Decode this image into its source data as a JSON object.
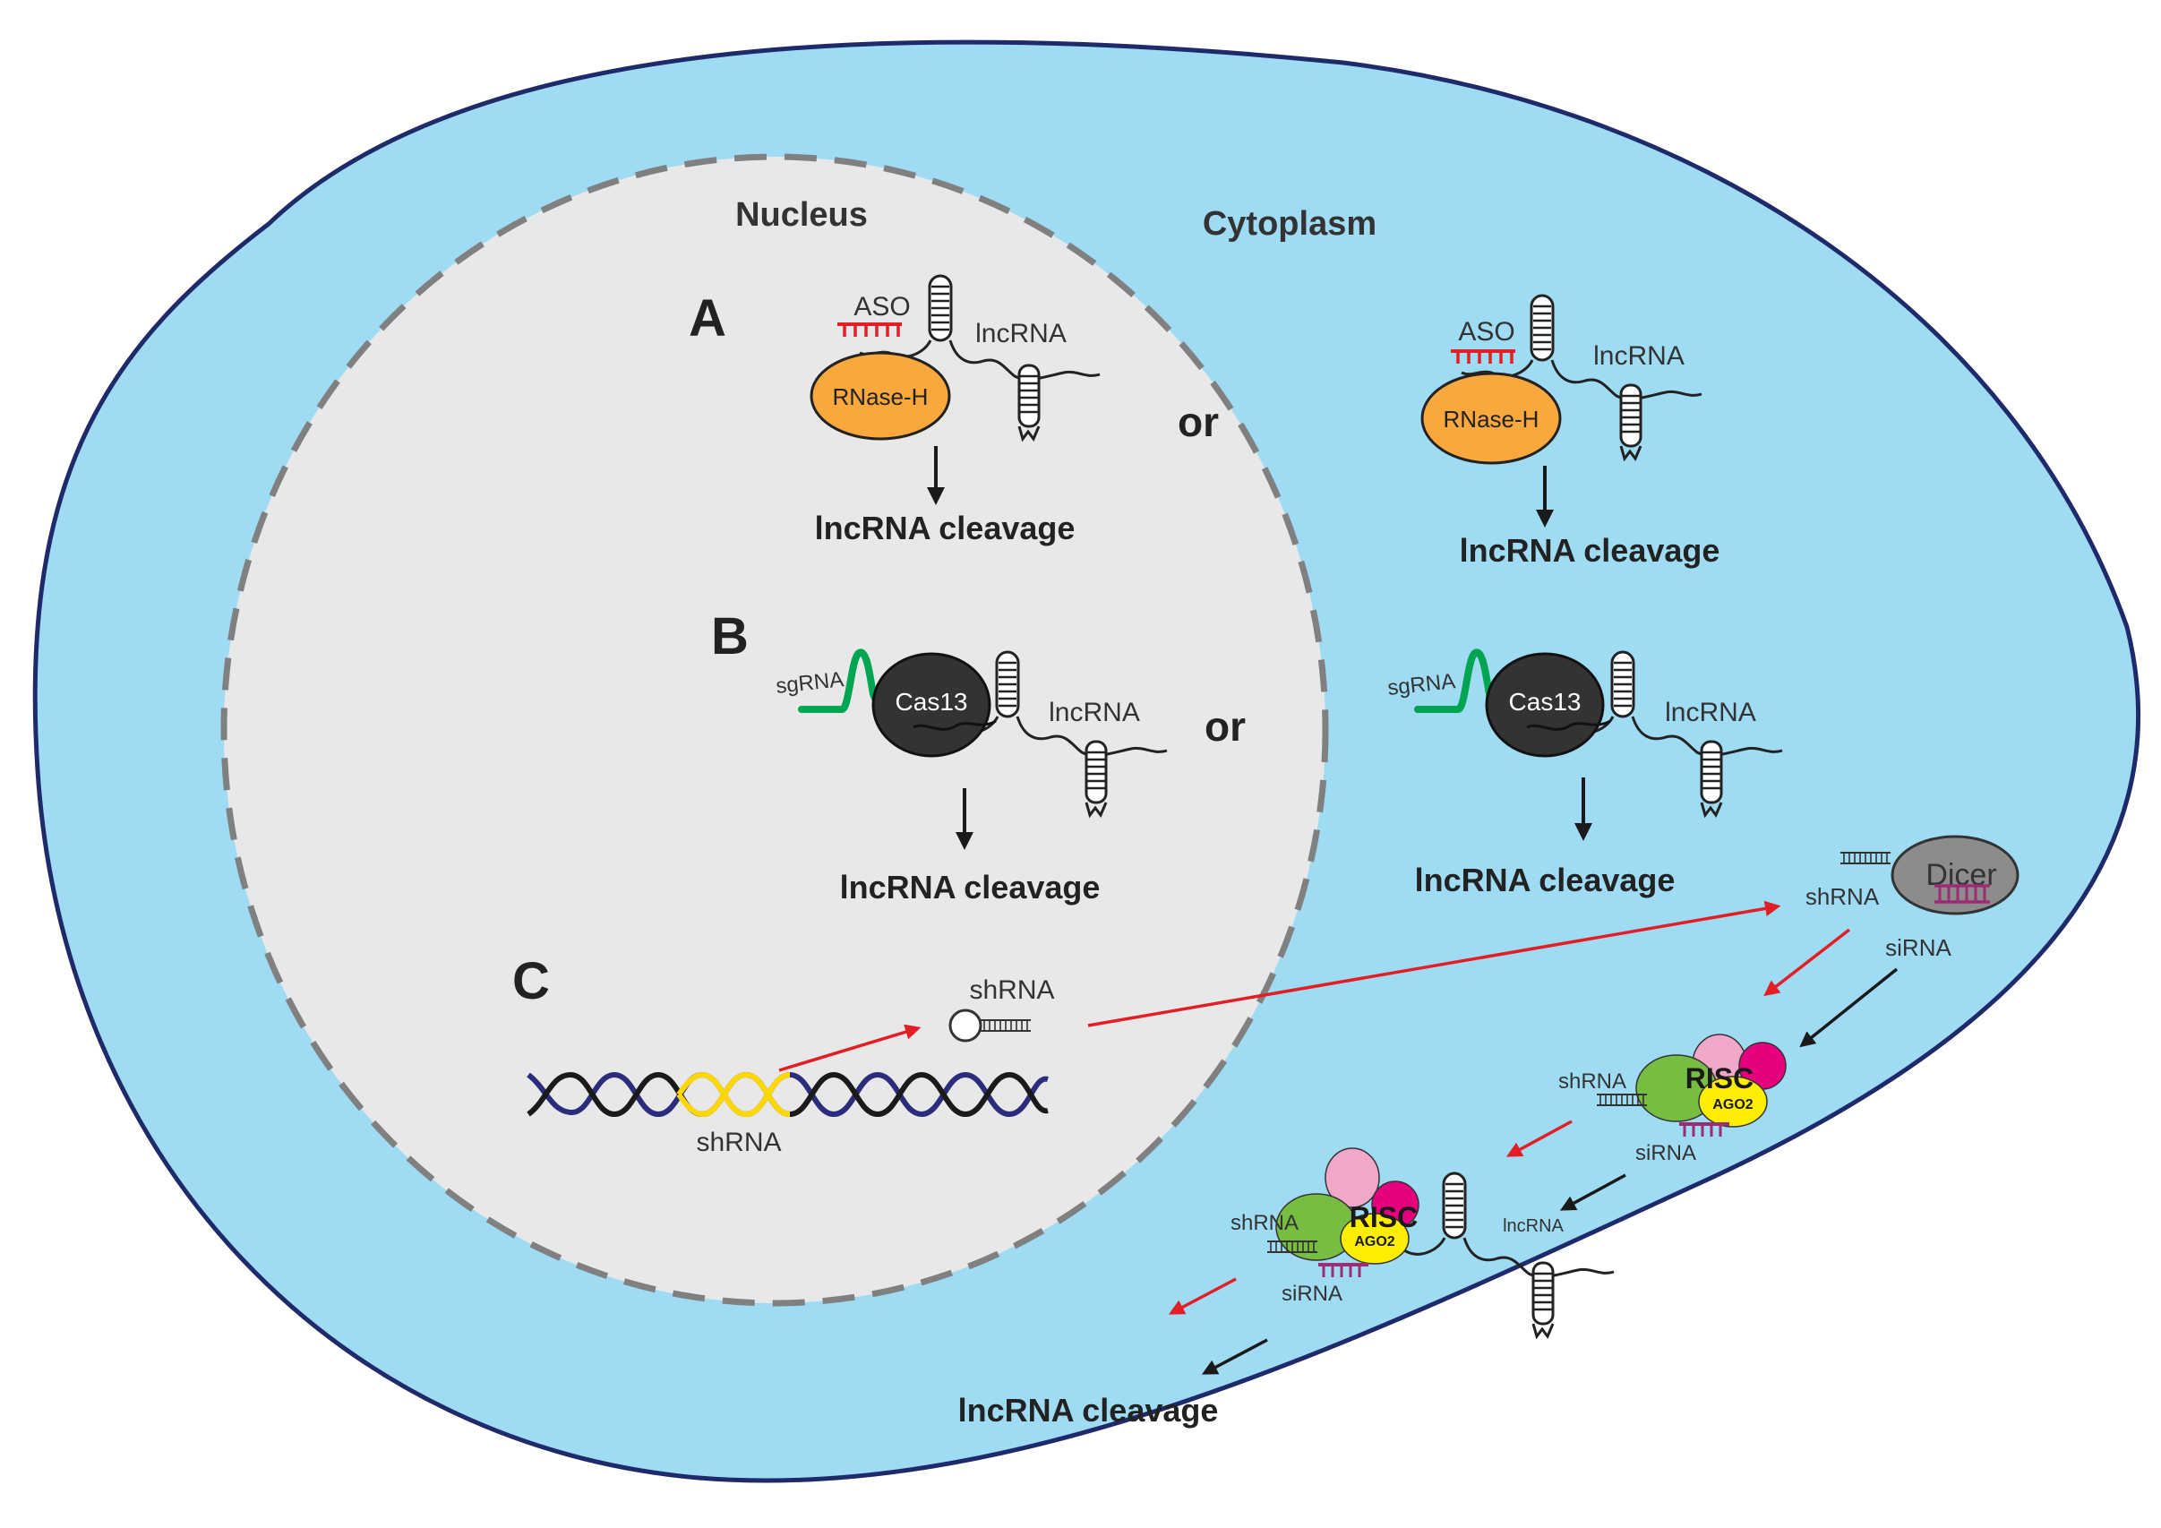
{
  "compartments": {
    "nucleus": "Nucleus",
    "cytoplasm": "Cytoplasm"
  },
  "panels": {
    "a": "A",
    "b": "B",
    "c": "C"
  },
  "labels": {
    "aso": "ASO",
    "lncrna": "lncRNA",
    "rnase_h": "RNase-H",
    "sgrna": "sgRNA",
    "cas13": "Cas13",
    "shrna": "shRNA",
    "sirna": "siRNA",
    "dicer": "Dicer",
    "risc": "RISC",
    "ago2": "AGO2",
    "or": "or",
    "cleavage": "lncRNA cleavage"
  },
  "colors": {
    "cytoplasm": "#9fdcf4",
    "cell_border": "#1f2a6b",
    "nucleus": "#e8e8e8",
    "nucleus_border": "#808080",
    "rnase_h": "#f8a83c",
    "cas13": "#333333",
    "dicer": "#8c8c8c",
    "risc_green": "#77bd42",
    "risc_pink": "#f0a7c9",
    "risc_magenta": "#e6007e",
    "ago2": "#ffee00",
    "aso_red": "#e31e24",
    "sgrna_green": "#00a551",
    "sirna_purple": "#9b2d72",
    "red_arrow": "#e31e24",
    "dna_navy": "#2b2d7c",
    "dna_yellow": "#ffd800"
  }
}
